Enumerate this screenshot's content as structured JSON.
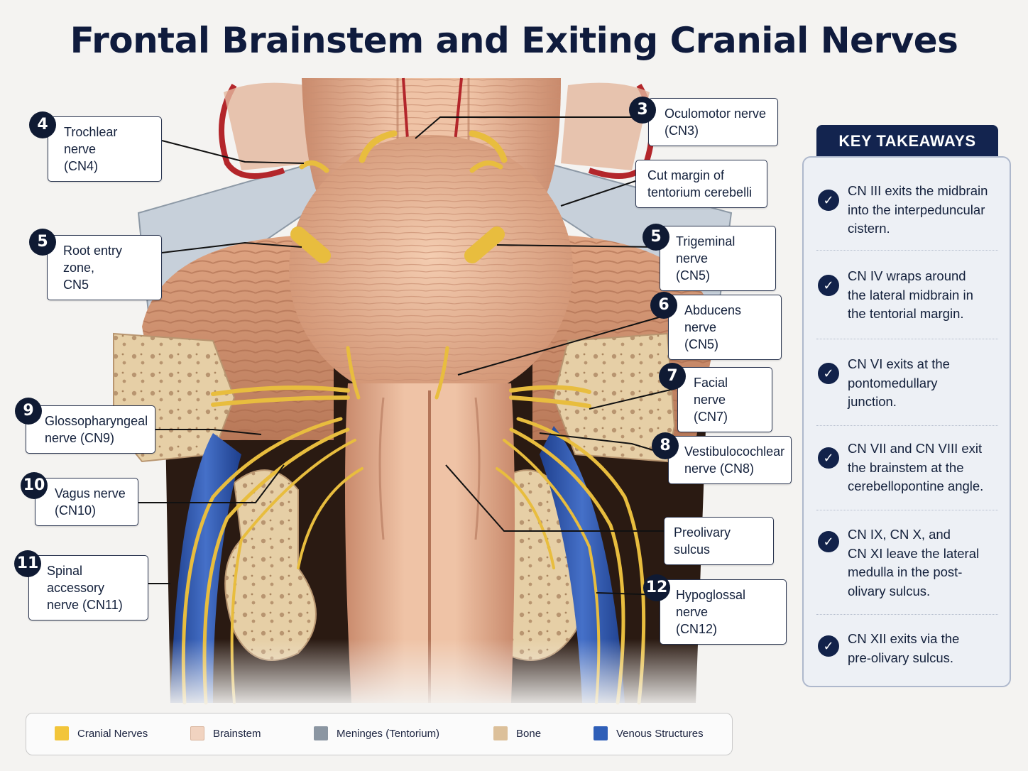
{
  "title": "Frontal Brainstem and Exiting Cranial Nerves",
  "labels": [
    {
      "id": "cn4",
      "badge": "4",
      "line1": "Trochlear nerve",
      "line2": "(CN4)"
    },
    {
      "id": "cn3",
      "badge": "3",
      "line1": "Oculomotor nerve",
      "line2": "(CN3)"
    },
    {
      "id": "tentorium",
      "badge": "",
      "line1": "Cut margin of",
      "line2": "tentorium cerebelli"
    },
    {
      "id": "root5",
      "badge": "5",
      "line1": "Root entry zone,",
      "line2": "CN5"
    },
    {
      "id": "cn5",
      "badge": "5",
      "line1": "Trigeminal nerve",
      "line2": "(CN5)"
    },
    {
      "id": "cn6",
      "badge": "6",
      "line1": "Abducens nerve",
      "line2": "(CN5)"
    },
    {
      "id": "cn7",
      "badge": "7",
      "line1": "Facial nerve",
      "line2": "(CN7)"
    },
    {
      "id": "cn9",
      "badge": "9",
      "line1": "Glossopharyngeal",
      "line2": "nerve (CN9)"
    },
    {
      "id": "cn8",
      "badge": "8",
      "line1": "Vestibulocochlear",
      "line2": "nerve (CN8)"
    },
    {
      "id": "cn10",
      "badge": "10",
      "line1": "Vagus nerve",
      "line2": "(CN10)"
    },
    {
      "id": "preolivary",
      "badge": "",
      "line1": "Preolivary sulcus",
      "line2": ""
    },
    {
      "id": "cn11",
      "badge": "11",
      "line1": "Spinal accessory",
      "line2": "nerve (CN11)"
    },
    {
      "id": "cn12",
      "badge": "12",
      "line1": "Hypoglossal nerve",
      "line2": "(CN12)"
    }
  ],
  "takeaways": {
    "heading": "KEY TAKEAWAYS",
    "items": [
      {
        "lines": [
          "CN III exits the midbrain",
          "into the interpeduncular",
          "cistern."
        ]
      },
      {
        "lines": [
          "CN IV wraps around",
          "the lateral midbrain in",
          "the tentorial margin."
        ]
      },
      {
        "lines": [
          "CN VI exits at the",
          "pontomedullary",
          "junction."
        ]
      },
      {
        "lines": [
          "CN VII and CN VIII exit",
          "the brainstem at the",
          "cerebellopontine angle."
        ]
      },
      {
        "lines": [
          "CN IX, CN X, and",
          "CN XI leave the lateral",
          "medulla in the post-",
          "olivary sulcus."
        ]
      },
      {
        "lines": [
          "CN XII exits via the",
          "pre-olivary sulcus."
        ]
      }
    ]
  },
  "legend": [
    {
      "label": "Cranial Nerves",
      "color": "#f2c53a"
    },
    {
      "label": "Brainstem",
      "color": "#f1d3c0"
    },
    {
      "label": "Meninges (Tentorium)",
      "color": "#8b96a2"
    },
    {
      "label": "Bone",
      "color": "#dcc09a"
    },
    {
      "label": "Venous Structures",
      "color": "#2f5fb8"
    }
  ],
  "colors": {
    "nerve": "#e8bd3e",
    "brainstem": "#e8b89a",
    "bone": "#e6cfa6",
    "vein": "#2f56a8",
    "meninges": "#c2ccd6",
    "artery": "#b3262b"
  }
}
